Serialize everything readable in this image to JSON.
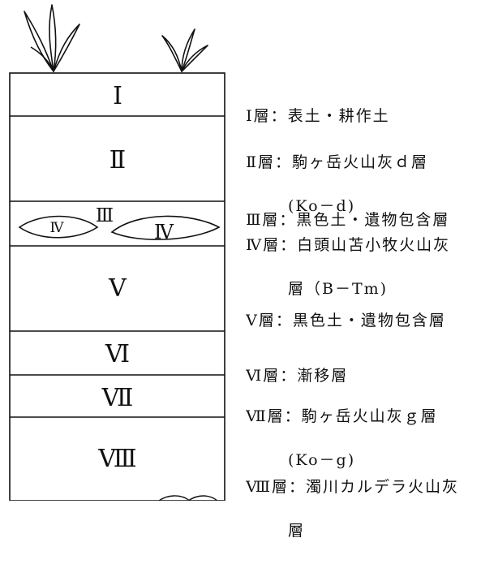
{
  "column": {
    "layers": [
      {
        "id": "I",
        "label": "Ⅰ"
      },
      {
        "id": "II",
        "label": "Ⅱ"
      },
      {
        "id": "III",
        "label": "Ⅲ"
      },
      {
        "id": "IV",
        "label": "Ⅳ"
      },
      {
        "id": "V",
        "label": "Ⅴ"
      },
      {
        "id": "VI",
        "label": "Ⅵ"
      },
      {
        "id": "VII",
        "label": "Ⅶ"
      },
      {
        "id": "VIII",
        "label": "Ⅷ"
      }
    ]
  },
  "legend": [
    {
      "lines": [
        "Ⅰ層：表土・耕作土"
      ]
    },
    {
      "lines": [
        "Ⅱ層：駒ヶ岳火山灰ｄ層",
        "(Ko－d)"
      ]
    },
    {
      "lines": [
        "Ⅲ層：黒色土・遺物包含層"
      ]
    },
    {
      "lines": [
        "Ⅳ層：白頭山苫小牧火山灰",
        "層（B－Tm)"
      ]
    },
    {
      "lines": [
        "Ⅴ層：黒色土・遺物包含層"
      ]
    },
    {
      "lines": [
        "Ⅵ層：漸移層"
      ]
    },
    {
      "lines": [
        "Ⅶ層：駒ヶ岳火山灰ｇ層",
        "(Ko－g)"
      ]
    },
    {
      "lines": [
        "Ⅷ層：濁川カルデラ火山灰",
        "層"
      ]
    }
  ]
}
